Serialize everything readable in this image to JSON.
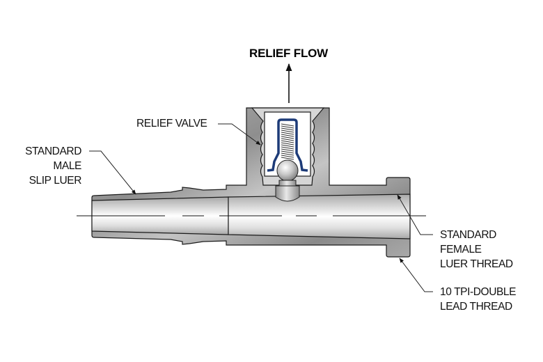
{
  "diagram": {
    "title": "Relief valve tee cross-section",
    "flow_label": "RELIEF FLOW",
    "callouts": {
      "relief_valve": [
        "RELIEF VALVE"
      ],
      "male_luer": [
        "STANDARD",
        "MALE",
        "SLIP LUER"
      ],
      "female_luer": [
        "STANDARD",
        "FEMALE",
        "LUER THREAD"
      ],
      "thread": [
        "10 TPI-DOUBLE",
        "LEAD THREAD"
      ]
    },
    "colors": {
      "body_gray": "#9a9a9a",
      "bore_light": "#f2f2f2",
      "valve_insert": "#d9d9d9",
      "spring_cap_blue": "#1d3b78",
      "line": "#1a1a1a"
    },
    "components": [
      "housing",
      "relief-valve-insert",
      "spring",
      "ball",
      "flow-port",
      "male-slip-luer",
      "female-luer-thread-flange",
      "centerline"
    ]
  }
}
